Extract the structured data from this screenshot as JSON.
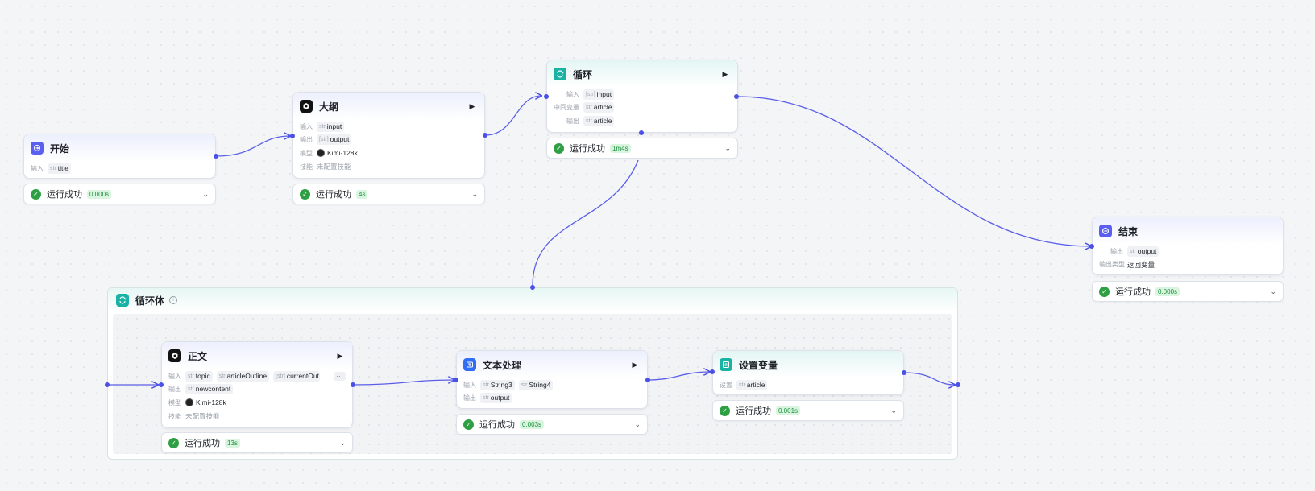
{
  "nodes": {
    "start": {
      "title": "开始",
      "rows": [
        {
          "label": "输入",
          "tag_type": "str",
          "tag": "title"
        }
      ],
      "status": {
        "text": "运行成功",
        "time": "0.000s"
      }
    },
    "outline": {
      "title": "大纲",
      "rows": [
        {
          "label": "输入",
          "tag_type": "str",
          "tag": "input"
        },
        {
          "label": "输出",
          "tag_type": "[str]",
          "tag": "output"
        },
        {
          "label": "模型",
          "value": "Kimi-128k"
        },
        {
          "label": "技能",
          "value": "未配置技能"
        }
      ],
      "status": {
        "text": "运行成功",
        "time": "4s"
      }
    },
    "loop": {
      "title": "循环",
      "rows": [
        {
          "label": "输入",
          "tag_type": "[str]",
          "tag": "input"
        },
        {
          "label": "中间变量",
          "tag_type": "str",
          "tag": "article"
        },
        {
          "label": "输出",
          "tag_type": "str",
          "tag": "article"
        }
      ],
      "status": {
        "text": "运行成功",
        "time": "1m4s"
      }
    },
    "end": {
      "title": "结束",
      "rows": [
        {
          "label": "输出",
          "tag_type": "str",
          "tag": "output"
        },
        {
          "label": "输出类型",
          "value": "返回变量"
        }
      ],
      "status": {
        "text": "运行成功",
        "time": "0.000s"
      }
    },
    "body": {
      "title": "正文",
      "rows": [
        {
          "label": "输入",
          "tags": [
            {
              "type": "str",
              "name": "topic"
            },
            {
              "type": "str",
              "name": "articleOutline"
            },
            {
              "type": "[str]",
              "name": "currentOut"
            }
          ],
          "more": "···"
        },
        {
          "label": "输出",
          "tag_type": "str",
          "tag": "newcontent"
        },
        {
          "label": "模型",
          "value": "Kimi-128k"
        },
        {
          "label": "技能",
          "value": "未配置技能"
        }
      ],
      "status": {
        "text": "运行成功",
        "time": "13s"
      }
    },
    "text_proc": {
      "title": "文本处理",
      "rows": [
        {
          "label": "输入",
          "tags": [
            {
              "type": "str",
              "name": "String3"
            },
            {
              "type": "str",
              "name": "String4"
            }
          ]
        },
        {
          "label": "输出",
          "tag_type": "str",
          "tag": "output"
        }
      ],
      "status": {
        "text": "运行成功",
        "time": "0.003s"
      }
    },
    "set_var": {
      "title": "设置变量",
      "rows": [
        {
          "label": "设置",
          "tag_type": "str",
          "tag": "article"
        }
      ],
      "status": {
        "text": "运行成功",
        "time": "0.001s"
      }
    }
  },
  "loop_body": {
    "title": "循环体"
  },
  "colors": {
    "edge": "#4b50e6",
    "success": "#2ea043",
    "accent": "#5b5ff0",
    "teal": "#18b3a4"
  },
  "icons": {
    "start": "start-icon",
    "outline": "llm-icon",
    "loop": "loop-icon",
    "end": "end-icon",
    "text_proc": "text-process-icon",
    "set_var": "variable-icon"
  }
}
